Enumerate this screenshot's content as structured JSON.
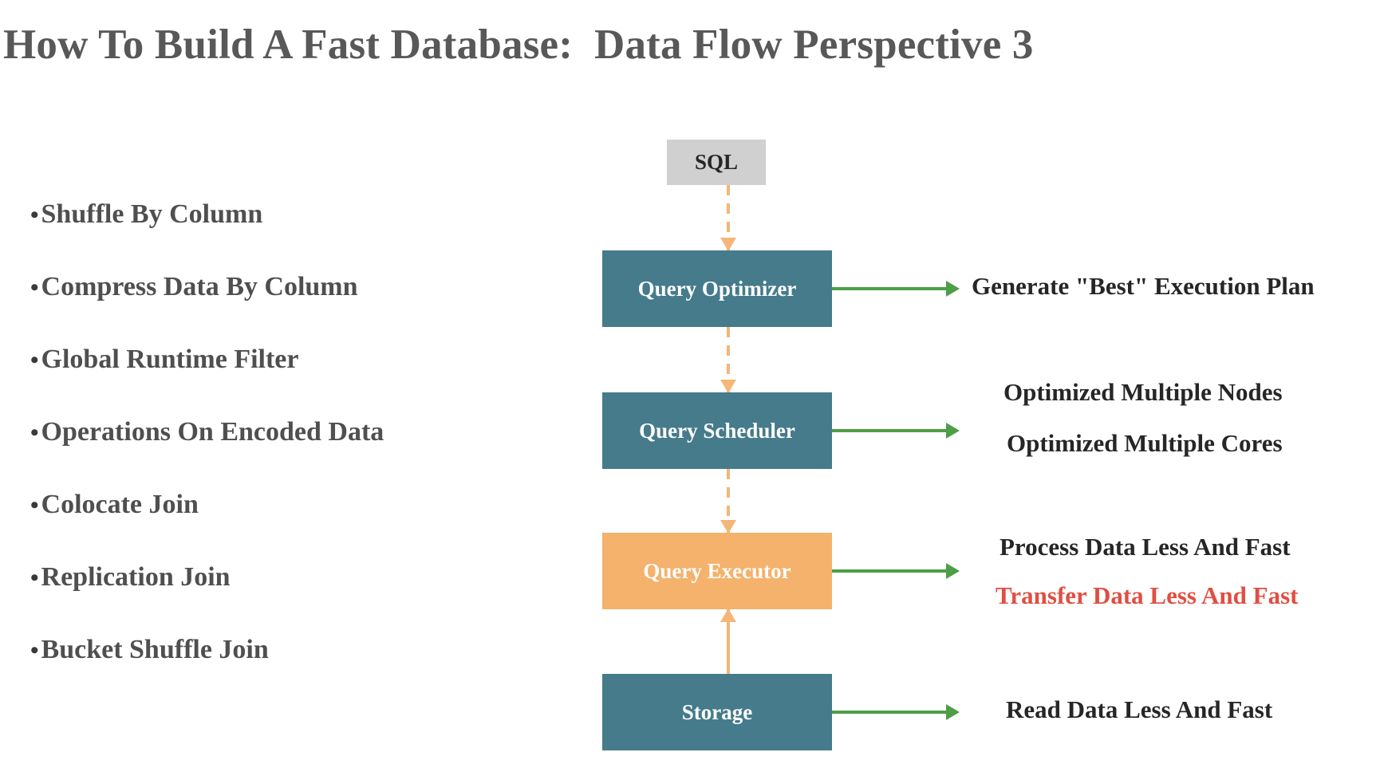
{
  "slide": {
    "title": "How To Build A Fast Database:  Data Flow Perspective 3",
    "background": "#ffffff"
  },
  "bullets": {
    "marker": "•",
    "items": [
      {
        "label": "Shuffle By Column"
      },
      {
        "label": "Compress Data By Column"
      },
      {
        "label": "Global Runtime Filter"
      },
      {
        "label": "Operations On Encoded Data"
      },
      {
        "label": "Colocate Join"
      },
      {
        "label": "Replication Join"
      },
      {
        "label": "Bucket Shuffle Join"
      }
    ]
  },
  "diagram": {
    "nodes": {
      "sql": {
        "label": "SQL",
        "fill": "#d0d0d0",
        "text_color": "#262626"
      },
      "optimizer": {
        "label": "Query Optimizer",
        "fill": "#457b8b",
        "text_color": "#ffffff"
      },
      "scheduler": {
        "label": "Query Scheduler",
        "fill": "#457b8b",
        "text_color": "#ffffff"
      },
      "executor": {
        "label": "Query Executor",
        "fill": "#f4b26c",
        "text_color": "#ffffff"
      },
      "storage": {
        "label": "Storage",
        "fill": "#457b8b",
        "text_color": "#ffffff"
      }
    },
    "flow_connectors": {
      "color": "#f5b678",
      "sql_to_optimizer": {
        "style": "dashed",
        "direction": "down"
      },
      "optimizer_to_scheduler": {
        "style": "dashed",
        "direction": "down"
      },
      "scheduler_to_executor": {
        "style": "dashed",
        "direction": "down"
      },
      "storage_to_executor": {
        "style": "solid",
        "direction": "up"
      }
    },
    "callout_arrow_color": "#4d9e46",
    "callouts": {
      "optimizer": "Generate \"Best\" Execution Plan",
      "scheduler_line1": "Optimized Multiple Nodes",
      "scheduler_line2": "Optimized Multiple Cores",
      "executor_line1": "Process Data Less And Fast",
      "executor_line2": "Transfer Data Less And Fast",
      "executor_line2_color": "#e04f42",
      "storage": "Read Data Less And Fast"
    }
  }
}
